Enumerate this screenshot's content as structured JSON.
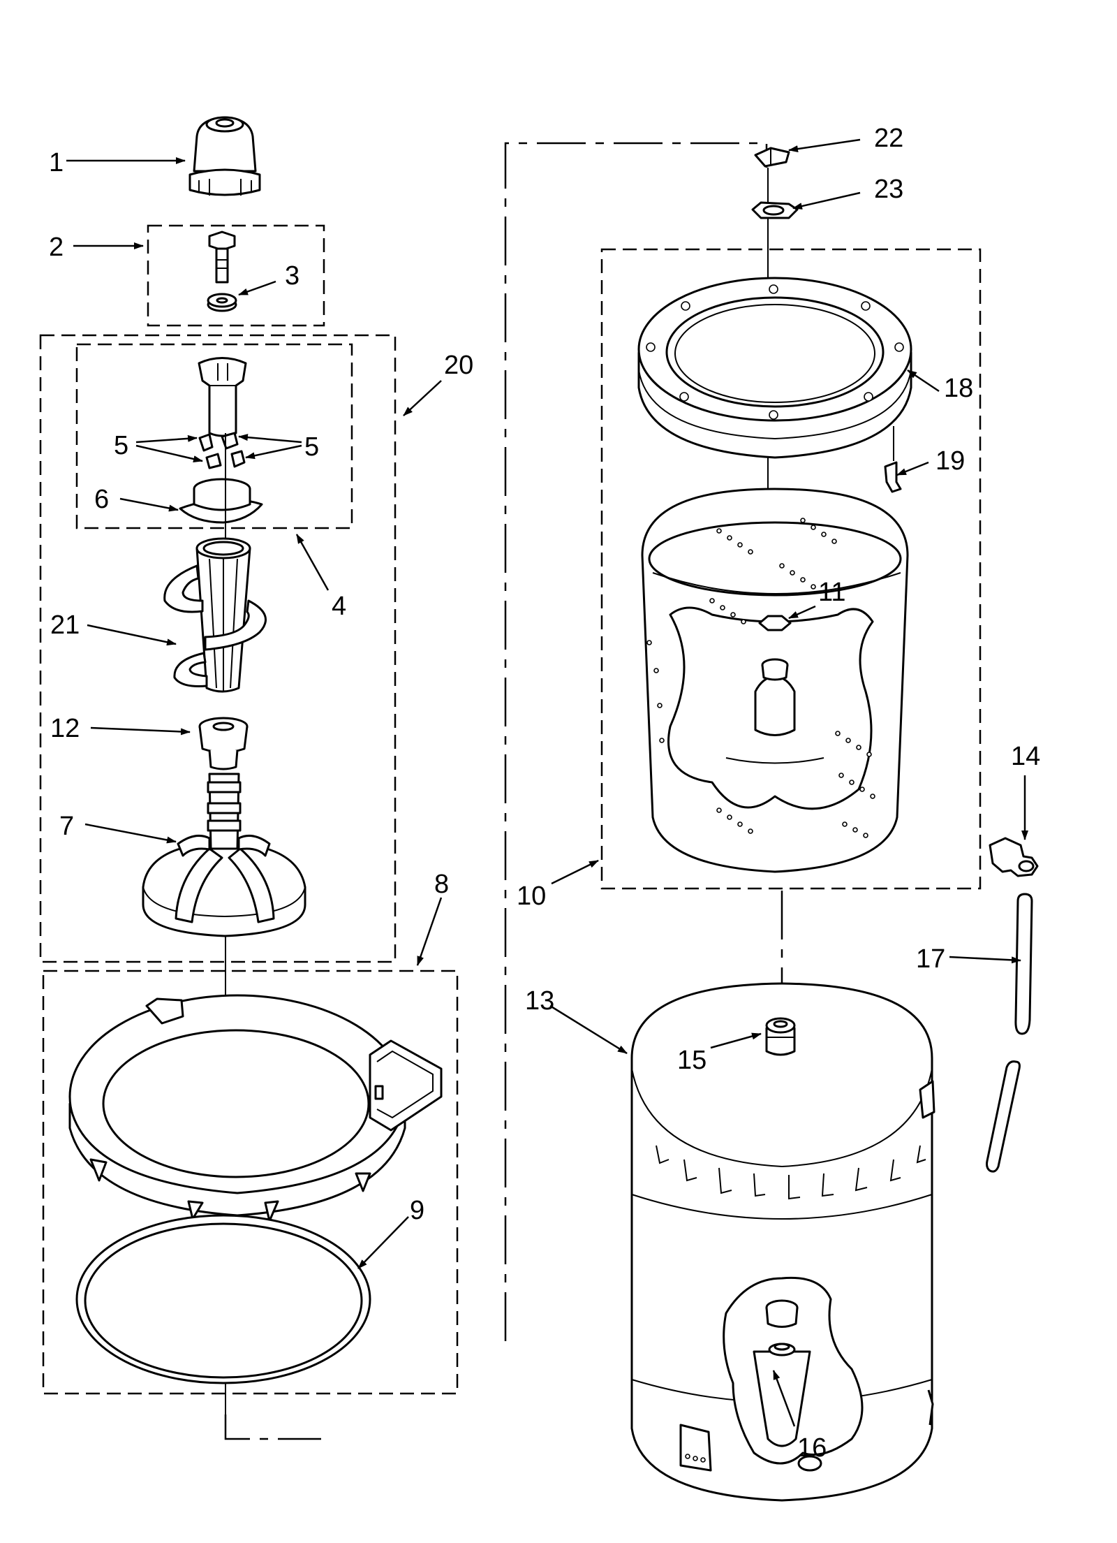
{
  "callouts": {
    "c1": "1",
    "c2": "2",
    "c3": "3",
    "c4": "4",
    "c5a": "5",
    "c5b": "5",
    "c6": "6",
    "c7": "7",
    "c8": "8",
    "c9": "9",
    "c10": "10",
    "c11": "11",
    "c12": "12",
    "c13": "13",
    "c14": "14",
    "c15": "15",
    "c16": "16",
    "c17": "17",
    "c18": "18",
    "c19": "19",
    "c20": "20",
    "c21": "21",
    "c22": "22",
    "c23": "23"
  },
  "colors": {
    "line": "#000000",
    "background": "#ffffff"
  }
}
